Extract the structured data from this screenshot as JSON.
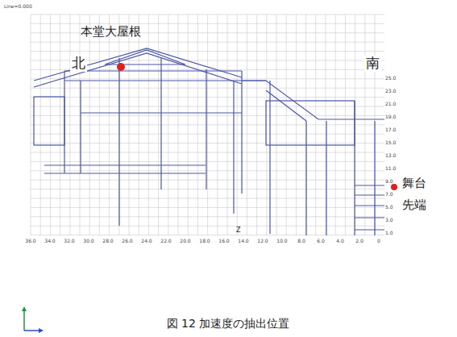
{
  "diagram": {
    "caption": "図 12 加速度の抽出位置",
    "labels": [
      "Line=0.000",
      "本堂大屋根",
      "北",
      "南",
      "舞台先端",
      "Z",
      "25.0",
      "23.0",
      "21.0",
      "19.0",
      "17.0",
      "15.0",
      "13.0",
      "11.0",
      "9.0",
      "7.0",
      "5.0",
      "3.0",
      "1.0",
      "36.0",
      "34.0",
      "32.0",
      "30.0",
      "28.0",
      "26.0",
      "24.0",
      "22.0",
      "20.0",
      "18.0",
      "16.0",
      "14.0",
      "12.0",
      "10.0",
      "8.0",
      "6.0",
      "4.0",
      "2.0",
      "0"
    ]
  }
}
